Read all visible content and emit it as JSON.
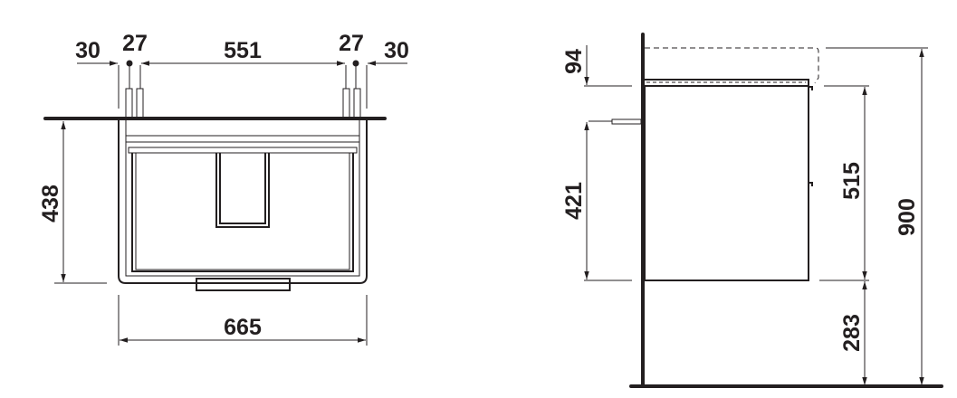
{
  "front_view": {
    "dims": {
      "side_left": "30",
      "anchor_left": "27",
      "anchor_span": "551",
      "anchor_right": "27",
      "side_right": "30",
      "height": "438",
      "width": "665"
    }
  },
  "side_view": {
    "dims": {
      "basin_top": "94",
      "anchor_height": "421",
      "cabinet_height": "515",
      "floor_gap": "283",
      "total_height": "900"
    }
  },
  "colors": {
    "line": "#231f20",
    "background": "#ffffff"
  }
}
